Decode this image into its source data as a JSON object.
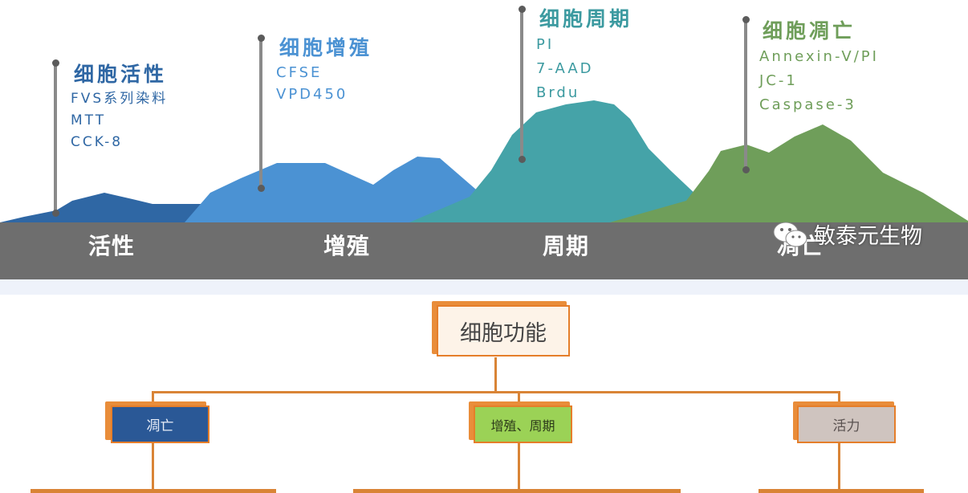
{
  "chart_data": {
    "type": "diagram",
    "top_panel": {
      "stages": [
        {
          "heading": "细胞活性",
          "items": [
            "FVS系列染料",
            "MTT",
            "CCK-8"
          ],
          "base_label": "活性",
          "color": "#2f67a4"
        },
        {
          "heading": "细胞增殖",
          "items": [
            "CFSE",
            "VPD450"
          ],
          "base_label": "增殖",
          "color": "#4b92d3"
        },
        {
          "heading": "细胞周期",
          "items": [
            "PI",
            "7-AAD",
            "Brdu"
          ],
          "base_label": "周期",
          "color": "#45a3a8"
        },
        {
          "heading": "细胞凋亡",
          "items": [
            "Annexin-V/PI",
            "JC-1",
            "Caspase-3"
          ],
          "base_label": "凋亡",
          "color": "#6f9e5a"
        }
      ]
    },
    "watermark": "敏泰元生物",
    "tree": {
      "root": "细胞功能",
      "children": [
        {
          "label": "凋亡",
          "color": "#2a5896"
        },
        {
          "label": "增殖、周期",
          "color": "#9bd256"
        },
        {
          "label": "活力",
          "color": "#cfc4bf"
        }
      ]
    }
  },
  "colors": {
    "base_band": "#6e6e6e",
    "connector": "#d98436",
    "node_border": "#e57e2a"
  }
}
